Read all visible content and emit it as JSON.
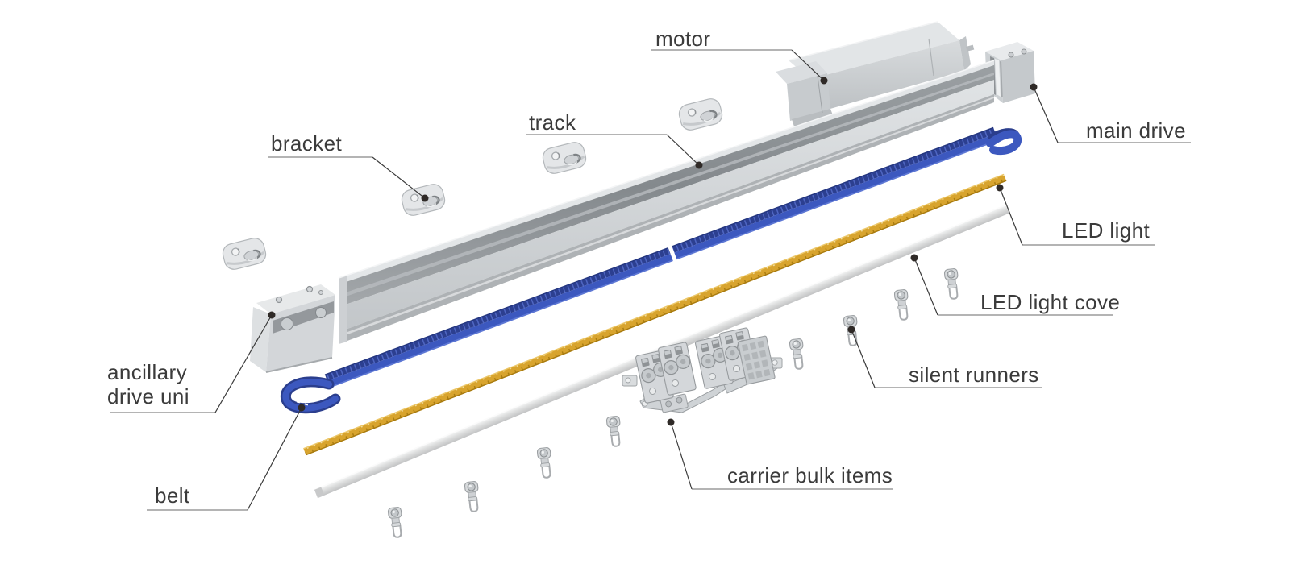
{
  "labels": {
    "motor": "motor",
    "track": "track",
    "bracket": "bracket",
    "main_drive": "main drive",
    "led_light": "LED light",
    "led_light_cove": "LED light cove",
    "silent_runners": "silent runners",
    "ancillary_line1": "ancillary",
    "ancillary_line2": "drive uni",
    "belt": "belt",
    "carrier_bulk_items": "carrier bulk items"
  },
  "colors": {
    "belt": "#3c58bf",
    "belt_teeth": "#2b3e8d",
    "led_strip": "#d8a42e",
    "cove": "#d9dadb",
    "metal": "#ccd0d3",
    "label_text": "#3b3b3b",
    "underline": "#9b9b9b",
    "leader": "#3a3a3a",
    "dot": "#2f2a27"
  },
  "parts_visible": {
    "bracket_count": 4,
    "silent_runner_count": 8
  }
}
